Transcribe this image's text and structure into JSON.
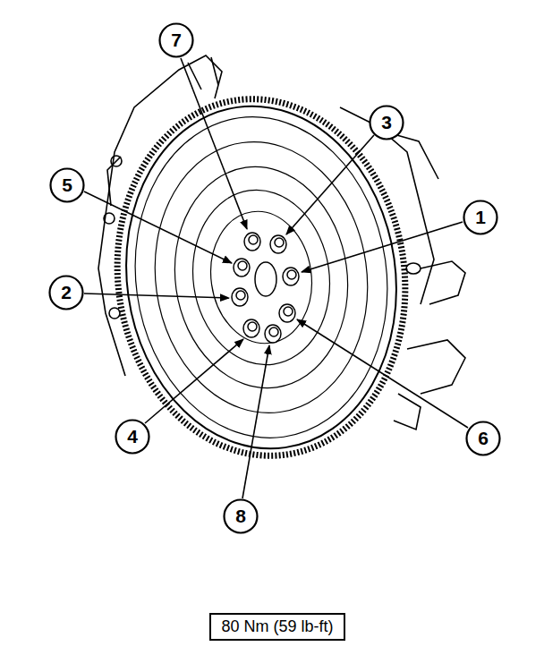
{
  "diagram": {
    "nodes": [
      {
        "text": [
          "7"
        ]
      },
      {
        "text": [
          "3"
        ]
      },
      {
        "text": [
          "5"
        ]
      },
      {
        "text": [
          "1"
        ]
      },
      {
        "text": [
          "2"
        ]
      },
      {
        "text": [
          "6"
        ]
      },
      {
        "text": [
          "4"
        ]
      },
      {
        "text": [
          "8"
        ]
      },
      {
        "text": [
          "80 Nm (59 lb-ft)"
        ]
      }
    ]
  }
}
